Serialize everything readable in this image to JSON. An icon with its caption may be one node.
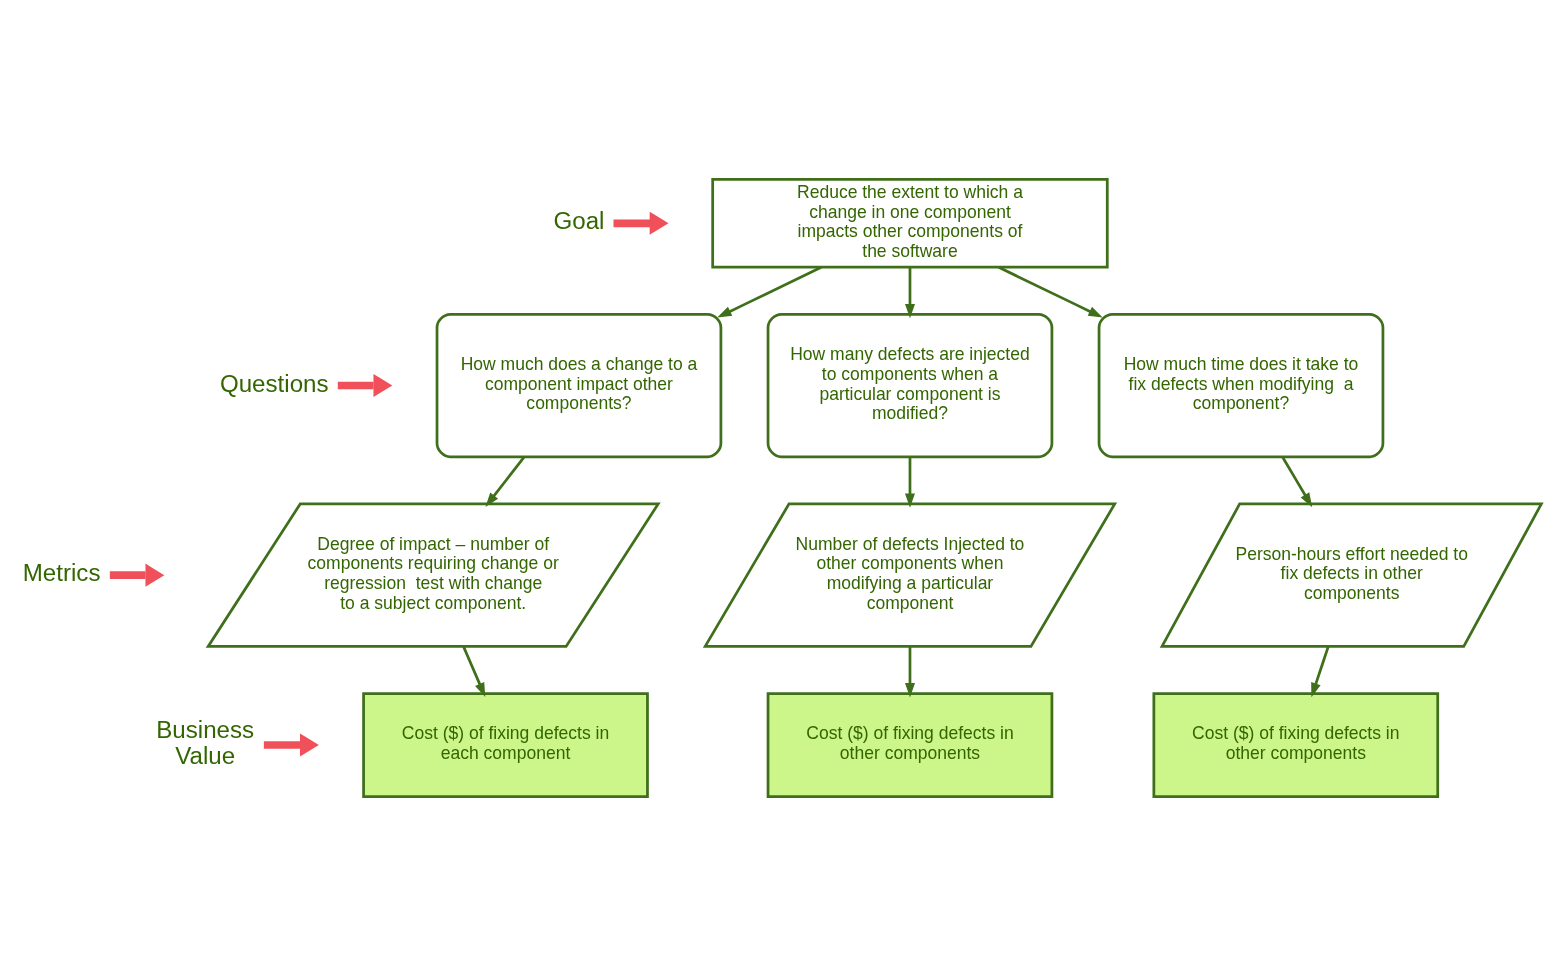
{
  "diagram": {
    "nodes": [
      {
        "text": [
          "Goal"
        ]
      },
      {
        "text": [
          "Reduce the extent to which a change in one component impacts other components of the software"
        ]
      },
      {
        "text": [
          "Questions"
        ]
      },
      {
        "text": [
          "How much does a change to a component impact other components?"
        ]
      },
      {
        "text": [
          "How many defects are injected to components when a particular component is modified?"
        ]
      },
      {
        "text": [
          "How much time does it take to  fix defects when modifying  a component?"
        ]
      },
      {
        "text": [
          "Metrics"
        ]
      },
      {
        "text": [
          "Degree of impact – number of components requiring change or regression  test with change to a subject component."
        ]
      },
      {
        "text": [
          "Number of defects Injected to other components when modifying a particular component"
        ]
      },
      {
        "text": [
          "Person-hours effort needed to fix defects in other components"
        ]
      },
      {
        "text": [
          "Business Value"
        ]
      },
      {
        "text": [
          "Cost ($) of fixing defects in each component"
        ]
      },
      {
        "text": [
          "Cost ($) of fixing defects in other components"
        ]
      },
      {
        "text": [
          "Cost ($) of fixing defects in other components"
        ]
      }
    ],
    "edges": [
      {
        "from": 1,
        "to": 3,
        "arrow": "to"
      },
      {
        "from": 1,
        "to": 4,
        "arrow": "to"
      },
      {
        "from": 1,
        "to": 5,
        "arrow": "to"
      },
      {
        "from": 3,
        "to": 7,
        "arrow": "to"
      },
      {
        "from": 4,
        "to": 8,
        "arrow": "to"
      },
      {
        "from": 5,
        "to": 9,
        "arrow": "to"
      },
      {
        "from": 7,
        "to": 11,
        "arrow": "to"
      },
      {
        "from": 8,
        "to": 12,
        "arrow": "to"
      },
      {
        "from": 9,
        "to": 13,
        "arrow": "to"
      },
      {
        "from": 0,
        "to": null,
        "arrow": "to",
        "style": "thick",
        "color": "#f0505a"
      },
      {
        "from": 2,
        "to": null,
        "arrow": "to",
        "style": "thick",
        "color": "#f0505a"
      },
      {
        "from": 6,
        "to": null,
        "arrow": "to",
        "style": "thick",
        "color": "#f0505a"
      },
      {
        "from": 10,
        "to": null,
        "arrow": "to",
        "style": "thick",
        "color": "#f0505a"
      }
    ]
  }
}
